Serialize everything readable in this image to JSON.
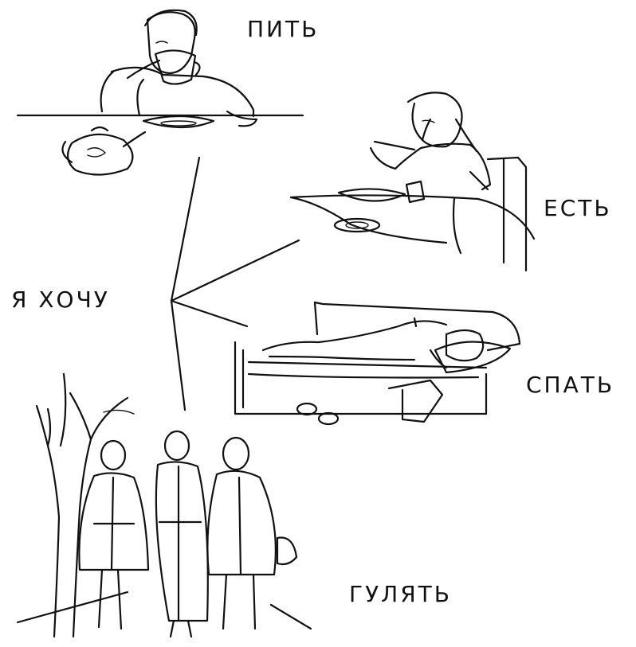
{
  "diagram": {
    "center_label": "Я ХОЧУ",
    "verbs": {
      "drink": "ПИТЬ",
      "eat": "ЕСТЬ",
      "sleep": "СПАТЬ",
      "walk": "ГУЛЯТЬ"
    }
  },
  "colors": {
    "ink": "#111111",
    "paper": "#ffffff"
  }
}
